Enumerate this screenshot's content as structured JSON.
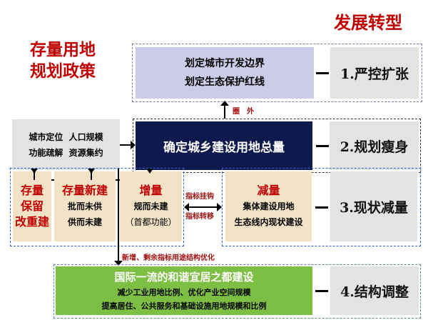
{
  "title": "发展转型",
  "policy_title": [
    "存量用地",
    "规划政策"
  ],
  "stage1": {
    "lines": [
      "划定城市开发边界",
      "划定生态保护红线"
    ],
    "label": "1.严控扩张"
  },
  "outside_label": "圈　外",
  "inputs": {
    "lines": [
      "城市定位  人口规模",
      "功能疏解  资源集约"
    ]
  },
  "stage2": {
    "main": "确定城乡建设用地总量",
    "label": "2.规划瘦身"
  },
  "stock_keep": {
    "lines": [
      "存量",
      "保留",
      "改重建"
    ]
  },
  "stock_new": {
    "title": "存量新建",
    "lines": [
      "批而未供",
      "供而未建"
    ]
  },
  "increment": {
    "title": "增量",
    "lines": [
      "规而未建",
      "（首都功能）"
    ]
  },
  "link_labels": [
    "指标挂钩",
    "指标转移"
  ],
  "reduction": {
    "title": "减量",
    "lines": [
      "集体建设用地",
      "生态线内现状建设"
    ]
  },
  "stage3": {
    "label": "3.现状减量"
  },
  "optimize_label": "新增、剩余指标用途结构优化",
  "stage4": {
    "main": "国际一流的和谐宜居之都建设",
    "lines": [
      "减少工业用地比例、优化产业空间规模",
      "提高居住、公共服务和基础设施用地规模和比例"
    ],
    "label": "4.结构调整"
  },
  "colors": {
    "red": "#c00000",
    "navy": "#0e1a4e",
    "green": "#7cbf42",
    "lavender": "#cccce8",
    "tan": "#f3e3c6",
    "gray": "#e3e3e3"
  }
}
